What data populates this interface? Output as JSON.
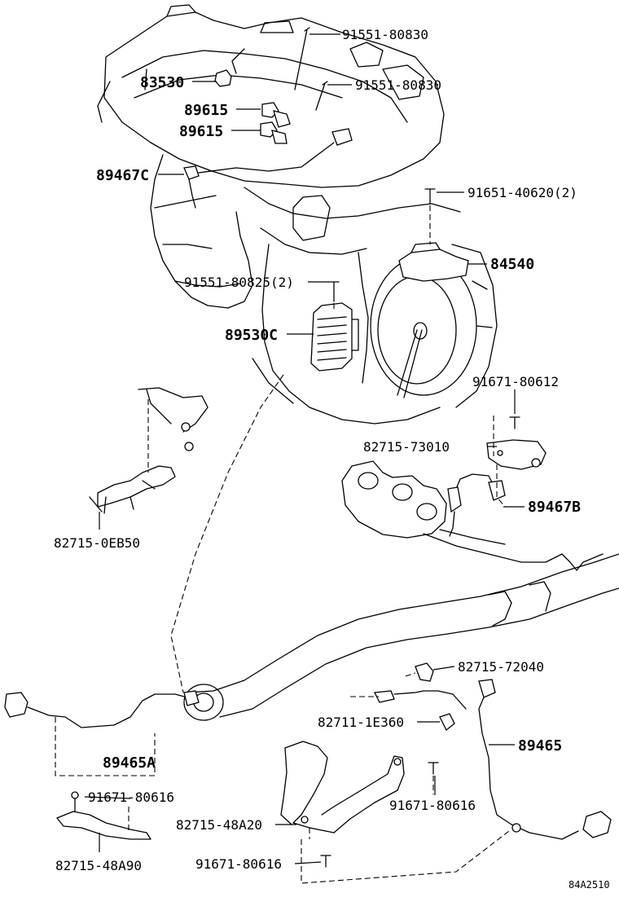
{
  "diagram_code": "84A2510",
  "labels": {
    "p91551_80830_a": "91551-80830",
    "p91551_80830_b": "91551-80830",
    "p83530": "83530",
    "p89615_a": "89615",
    "p89615_b": "89615",
    "p89467C": "89467C",
    "p91651_40620": "91651-40620(2)",
    "p84540": "84540",
    "p91551_80825": "91551-80825(2)",
    "p89530C": "89530C",
    "p91671_80612": "91671-80612",
    "p82715_73010": "82715-73010",
    "p89467B": "89467B",
    "p82715_0EB50": "82715-0EB50",
    "p82715_72040": "82715-72040",
    "p82711_1E360": "82711-1E360",
    "p89465": "89465",
    "p89465A": "89465A",
    "p91671_80616_a": "91671-80616",
    "p91671_80616_b": "91671-80616",
    "p91671_80616_c": "91671-80616",
    "p82715_48A20": "82715-48A20",
    "p82715_48A90": "82715-48A90"
  }
}
